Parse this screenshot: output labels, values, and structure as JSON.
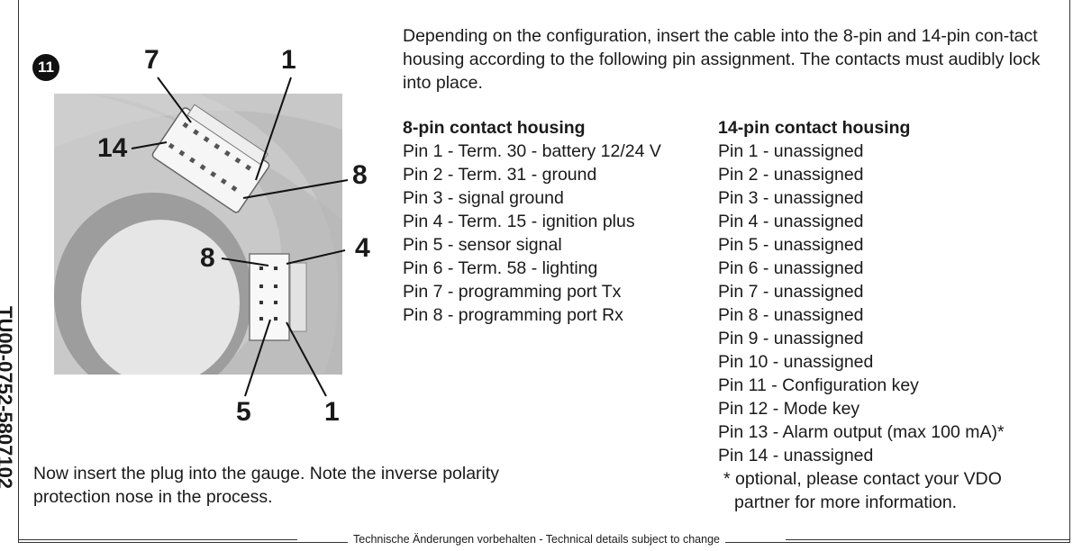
{
  "side_code": "TU00-0752-5807102",
  "step_number": "11",
  "callouts": {
    "c7": "7",
    "c1_top": "1",
    "c14": "14",
    "c8_right": "8",
    "c8_left": "8",
    "c4": "4",
    "c5": "5",
    "c1_bottom": "1"
  },
  "intro": "Depending on the configuration, insert the cable into the 8-pin and 14-pin con-tact housing according to the following pin assignment. The contacts must audibly lock into place.",
  "eight_pin": {
    "title": "8-pin contact housing",
    "pins": [
      "Pin 1 - Term. 30 - battery 12/24 V",
      "Pin 2 - Term. 31 - ground",
      "Pin 3 - signal ground",
      "Pin 4 - Term. 15 - ignition plus",
      "Pin 5 - sensor signal",
      "Pin 6 - Term. 58 - lighting",
      "Pin 7 - programming port Tx",
      "Pin 8 - programming port Rx"
    ]
  },
  "fourteen_pin": {
    "title": "14-pin contact housing",
    "pins": [
      "Pin 1 - unassigned",
      "Pin 2 - unassigned",
      "Pin 3 - unassigned",
      "Pin 4 - unassigned",
      "Pin 5 - unassigned",
      "Pin 6 - unassigned",
      "Pin 7 - unassigned",
      "Pin 8 - unassigned",
      "Pin 9 - unassigned",
      "Pin 10 - unassigned",
      "Pin 11 - Configuration key",
      "Pin 12 - Mode key",
      "Pin 13 - Alarm output (max 100 mA)*",
      "Pin 14 - unassigned"
    ],
    "footnote": "* optional, please contact your VDO partner for more information."
  },
  "bottom_note": "Now insert the plug into the gauge. Note the inverse polarity protection nose in the process.",
  "footer": "Technische Änderungen vorbehalten  -  Technical details subject to change"
}
